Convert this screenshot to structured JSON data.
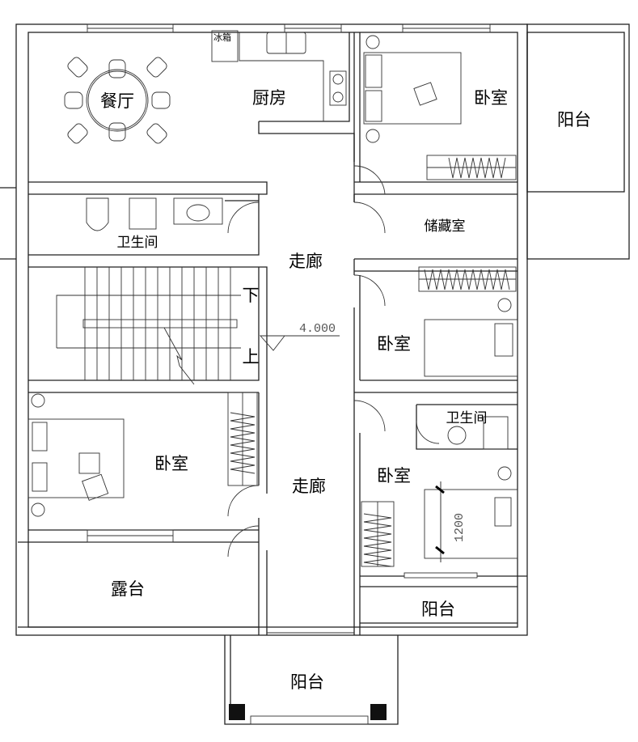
{
  "plan": {
    "rooms": {
      "dining": "餐厅",
      "kitchen": "厨房",
      "fridge": "冰箱",
      "bedroom_ne": "卧室",
      "balcony_e": "阳台",
      "bath_w": "卫生间",
      "storage": "储藏室",
      "corridor_n": "走廊",
      "bedroom_e": "卧室",
      "bedroom_sw": "卧室",
      "corridor_s": "走廊",
      "bath_se": "卫生间",
      "bedroom_se": "卧室",
      "terrace": "露台",
      "balcony_se": "阳台",
      "balcony_s": "阳台"
    },
    "stairs": {
      "down": "下",
      "up": "上"
    },
    "elevation": "4.000",
    "dimension": "1200"
  },
  "colors": {
    "line": "#222222",
    "background": "#ffffff"
  }
}
